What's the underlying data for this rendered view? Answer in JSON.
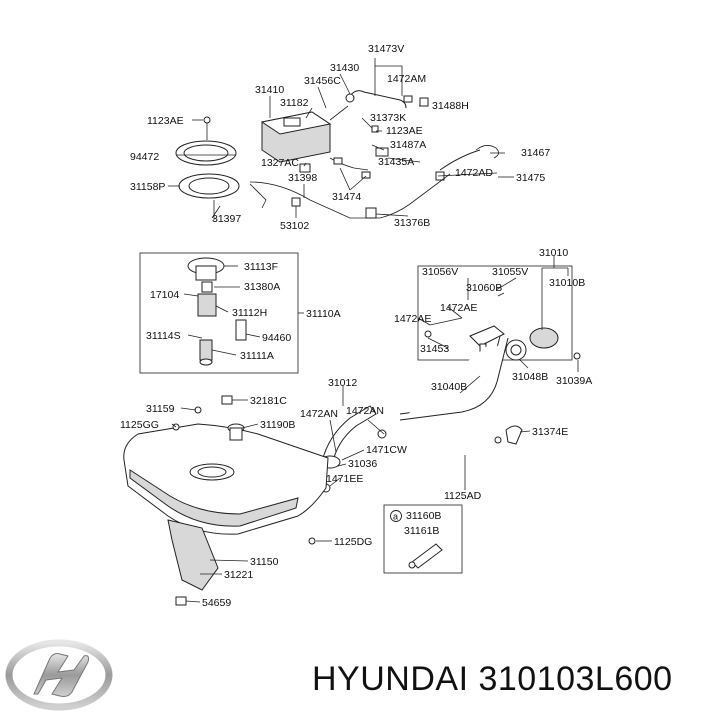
{
  "labels": {
    "p31473V": "31473V",
    "p31430": "31430",
    "p1472AM": "1472AM",
    "p31456C": "31456C",
    "p31410": "31410",
    "p31182": "31182",
    "p31488H": "31488H",
    "p31373K": "31373K",
    "p1123AE_a": "1123AE",
    "p1123AE_b": "1123AE",
    "p31487A": "31487A",
    "p31467": "31467",
    "p94472": "94472",
    "p1327AC": "1327AC",
    "p31435A": "31435A",
    "p31398": "31398",
    "p1472AD": "1472AD",
    "p31475": "31475",
    "p31158P": "31158P",
    "p31474": "31474",
    "p31397": "31397",
    "p53102": "53102",
    "p31376B": "31376B",
    "p31010": "31010",
    "p31113F": "31113F",
    "p31056V": "31056V",
    "p31055V": "31055V",
    "p31380A": "31380A",
    "p31060B": "31060B",
    "p31010B": "31010B",
    "p17104": "17104",
    "p1472AE_a": "1472AE",
    "p31112H": "31112H",
    "p31110A": "31110A",
    "p1472AE_b": "1472AE",
    "p31114S": "31114S",
    "p94460": "94460",
    "p31453": "31453",
    "p31111A": "31111A",
    "p31048B": "31048B",
    "p31039A": "31039A",
    "p31012": "31012",
    "p31040B": "31040B",
    "p32181C": "32181C",
    "p31159": "31159",
    "p1472AN_a": "1472AN",
    "p1472AN_b": "1472AN",
    "p1125GG": "1125GG",
    "p31190B": "31190B",
    "p31374E": "31374E",
    "p1471CW": "1471CW",
    "p31036": "31036",
    "p1471EE": "1471EE",
    "p1125AD": "1125AD",
    "p31160B": "31160B",
    "p31161B": "31161B",
    "p1125DG": "1125DG",
    "p31150": "31150",
    "p31221": "31221",
    "p54659": "54659"
  },
  "circle_marker": "a",
  "brand": {
    "text": "HYUNDAI 310103L600",
    "logo_icon": "hyundai-logo-icon"
  }
}
